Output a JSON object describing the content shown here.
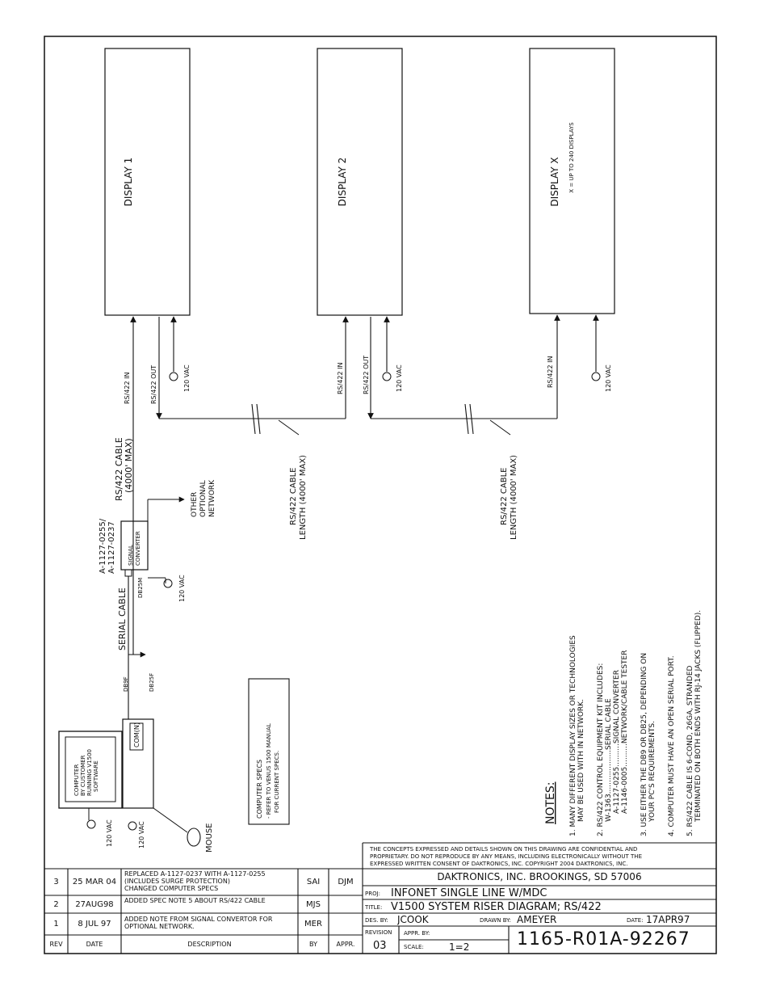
{
  "displays": [
    {
      "label": "DISPLAY 1",
      "sub": ""
    },
    {
      "label": "DISPLAY 2",
      "sub": ""
    },
    {
      "label": "DISPLAY X",
      "sub": "X = UP TO 240 DISPLAYS"
    }
  ],
  "signals": {
    "rs422_in": "RS/422 IN",
    "rs422_out": "RS/422 OUT",
    "vac": "120 VAC"
  },
  "cables": {
    "main_cable_line1": "RS/422 CABLE",
    "main_cable_line2": "(4000' MAX)",
    "length_line1": "RS/422 CABLE",
    "length_line2": "LENGTH (4000' MAX)"
  },
  "converter": {
    "part1": "A-1127-0255/",
    "part2": "A-1127-0237",
    "label1": "SIGNAL",
    "label2": "CONVERTER",
    "db25m": "DB25M",
    "serial_cable": "SERIAL CABLE",
    "db9f": "DB9F",
    "db25f": "DB25F",
    "other1": "OTHER",
    "other2": "OPTIONAL",
    "other3": "NETWORK"
  },
  "computer": {
    "line1": "COMPUTER",
    "line2": "BY CUSTOMER",
    "line3": "RUNNING V1500",
    "line4": "SOFTWARE",
    "com_port": "COM(N)",
    "mouse": "MOUSE"
  },
  "specs": {
    "title": "COMPUTER SPECS",
    "line1": "- REFER TO VENUS 1500 MANUAL",
    "line2": "FOR CURRENT SPECS."
  },
  "notes": {
    "title": "NOTES:",
    "n1a": "1.  MANY DIFFERENT DISPLAY SIZES OR TECHNOLOGIES",
    "n1b": "MAY BE USED WITH IN NETWORK.",
    "n2a": "2.  RS/422 CONTROL EQUIPMENT KIT INCLUDES:",
    "n2b": "W-1363...................SERIAL CABLE",
    "n2c": "A-1127-0255..........SIGNAL CONVERTER",
    "n2d": "A-1146-0005..........NETWORK/CABLE TESTER",
    "n3a": "3.  USE EITHER THE DB9 OR DB25, DEPENDING ON",
    "n3b": "YOUR PC'S REQUIREMENTS.",
    "n4": "4.  COMPUTER MUST HAVE AN OPEN SERIAL PORT.",
    "n5a": "5.  RS/422 CABLE IS 6-COND, 26GA, STRANDED",
    "n5b": "TERMINATED ON BOTH ENDS WITH RJ-14 JACKS (FLIPPED)."
  },
  "titleblock": {
    "disclaimer1": "THE CONCEPTS  EXPRESSED  AND  DETAILS SHOWN ON THIS DRAWING ARE CONFIDENTIAL AND",
    "disclaimer2": "PROPRIETARY.  DO NOT REPRODUCE BY ANY MEANS, INCLUDING ELECTRONICALLY WITHOUT THE",
    "disclaimer3": "EXPRESSED WRITTEN CONSENT OF DAKTRONICS, INC.           COPYRIGHT 2004 DAKTRONICS, INC.",
    "company": "DAKTRONICS, INC.   BROOKINGS, SD 57006",
    "proj_label": "PROJ:",
    "proj": "INFONET SINGLE LINE W/MDC",
    "title_label": "TITLE:",
    "title": "V1500 SYSTEM RISER DIAGRAM; RS/422",
    "des_label": "DES. BY:",
    "des": "JCOOK",
    "drawn_label": "DRAWN BY:",
    "drawn": "AMEYER",
    "date_label": "DATE:",
    "date": "17APR97",
    "revision_label": "REVISION",
    "revision": "03",
    "appr_label": "APPR. BY:",
    "scale_label": "SCALE:",
    "scale": "1=2",
    "drawing_number": "1165-R01A-92267"
  },
  "revisions": {
    "headers": {
      "rev": "REV",
      "date": "DATE",
      "desc": "DESCRIPTION",
      "by": "BY",
      "appr": "APPR."
    },
    "rows": [
      {
        "rev": "3",
        "date": "25 MAR 04",
        "desc1": "REPLACED A-1127-0237 WITH A-1127-0255",
        "desc2": "(INCLUDES SURGE PROTECTION)",
        "desc3": "CHANGED COMPUTER SPECS",
        "by": "SAI",
        "appr": "DJM"
      },
      {
        "rev": "2",
        "date": "27AUG98",
        "desc1": "ADDED SPEC NOTE 5 ABOUT RS/422 CABLE",
        "desc2": "",
        "desc3": "",
        "by": "MJS",
        "appr": ""
      },
      {
        "rev": "1",
        "date": "8 JUL 97",
        "desc1": "ADDED NOTE FROM SIGNAL CONVERTOR FOR",
        "desc2": "OPTIONAL NETWORK.",
        "desc3": "",
        "by": "MER",
        "appr": ""
      }
    ]
  }
}
